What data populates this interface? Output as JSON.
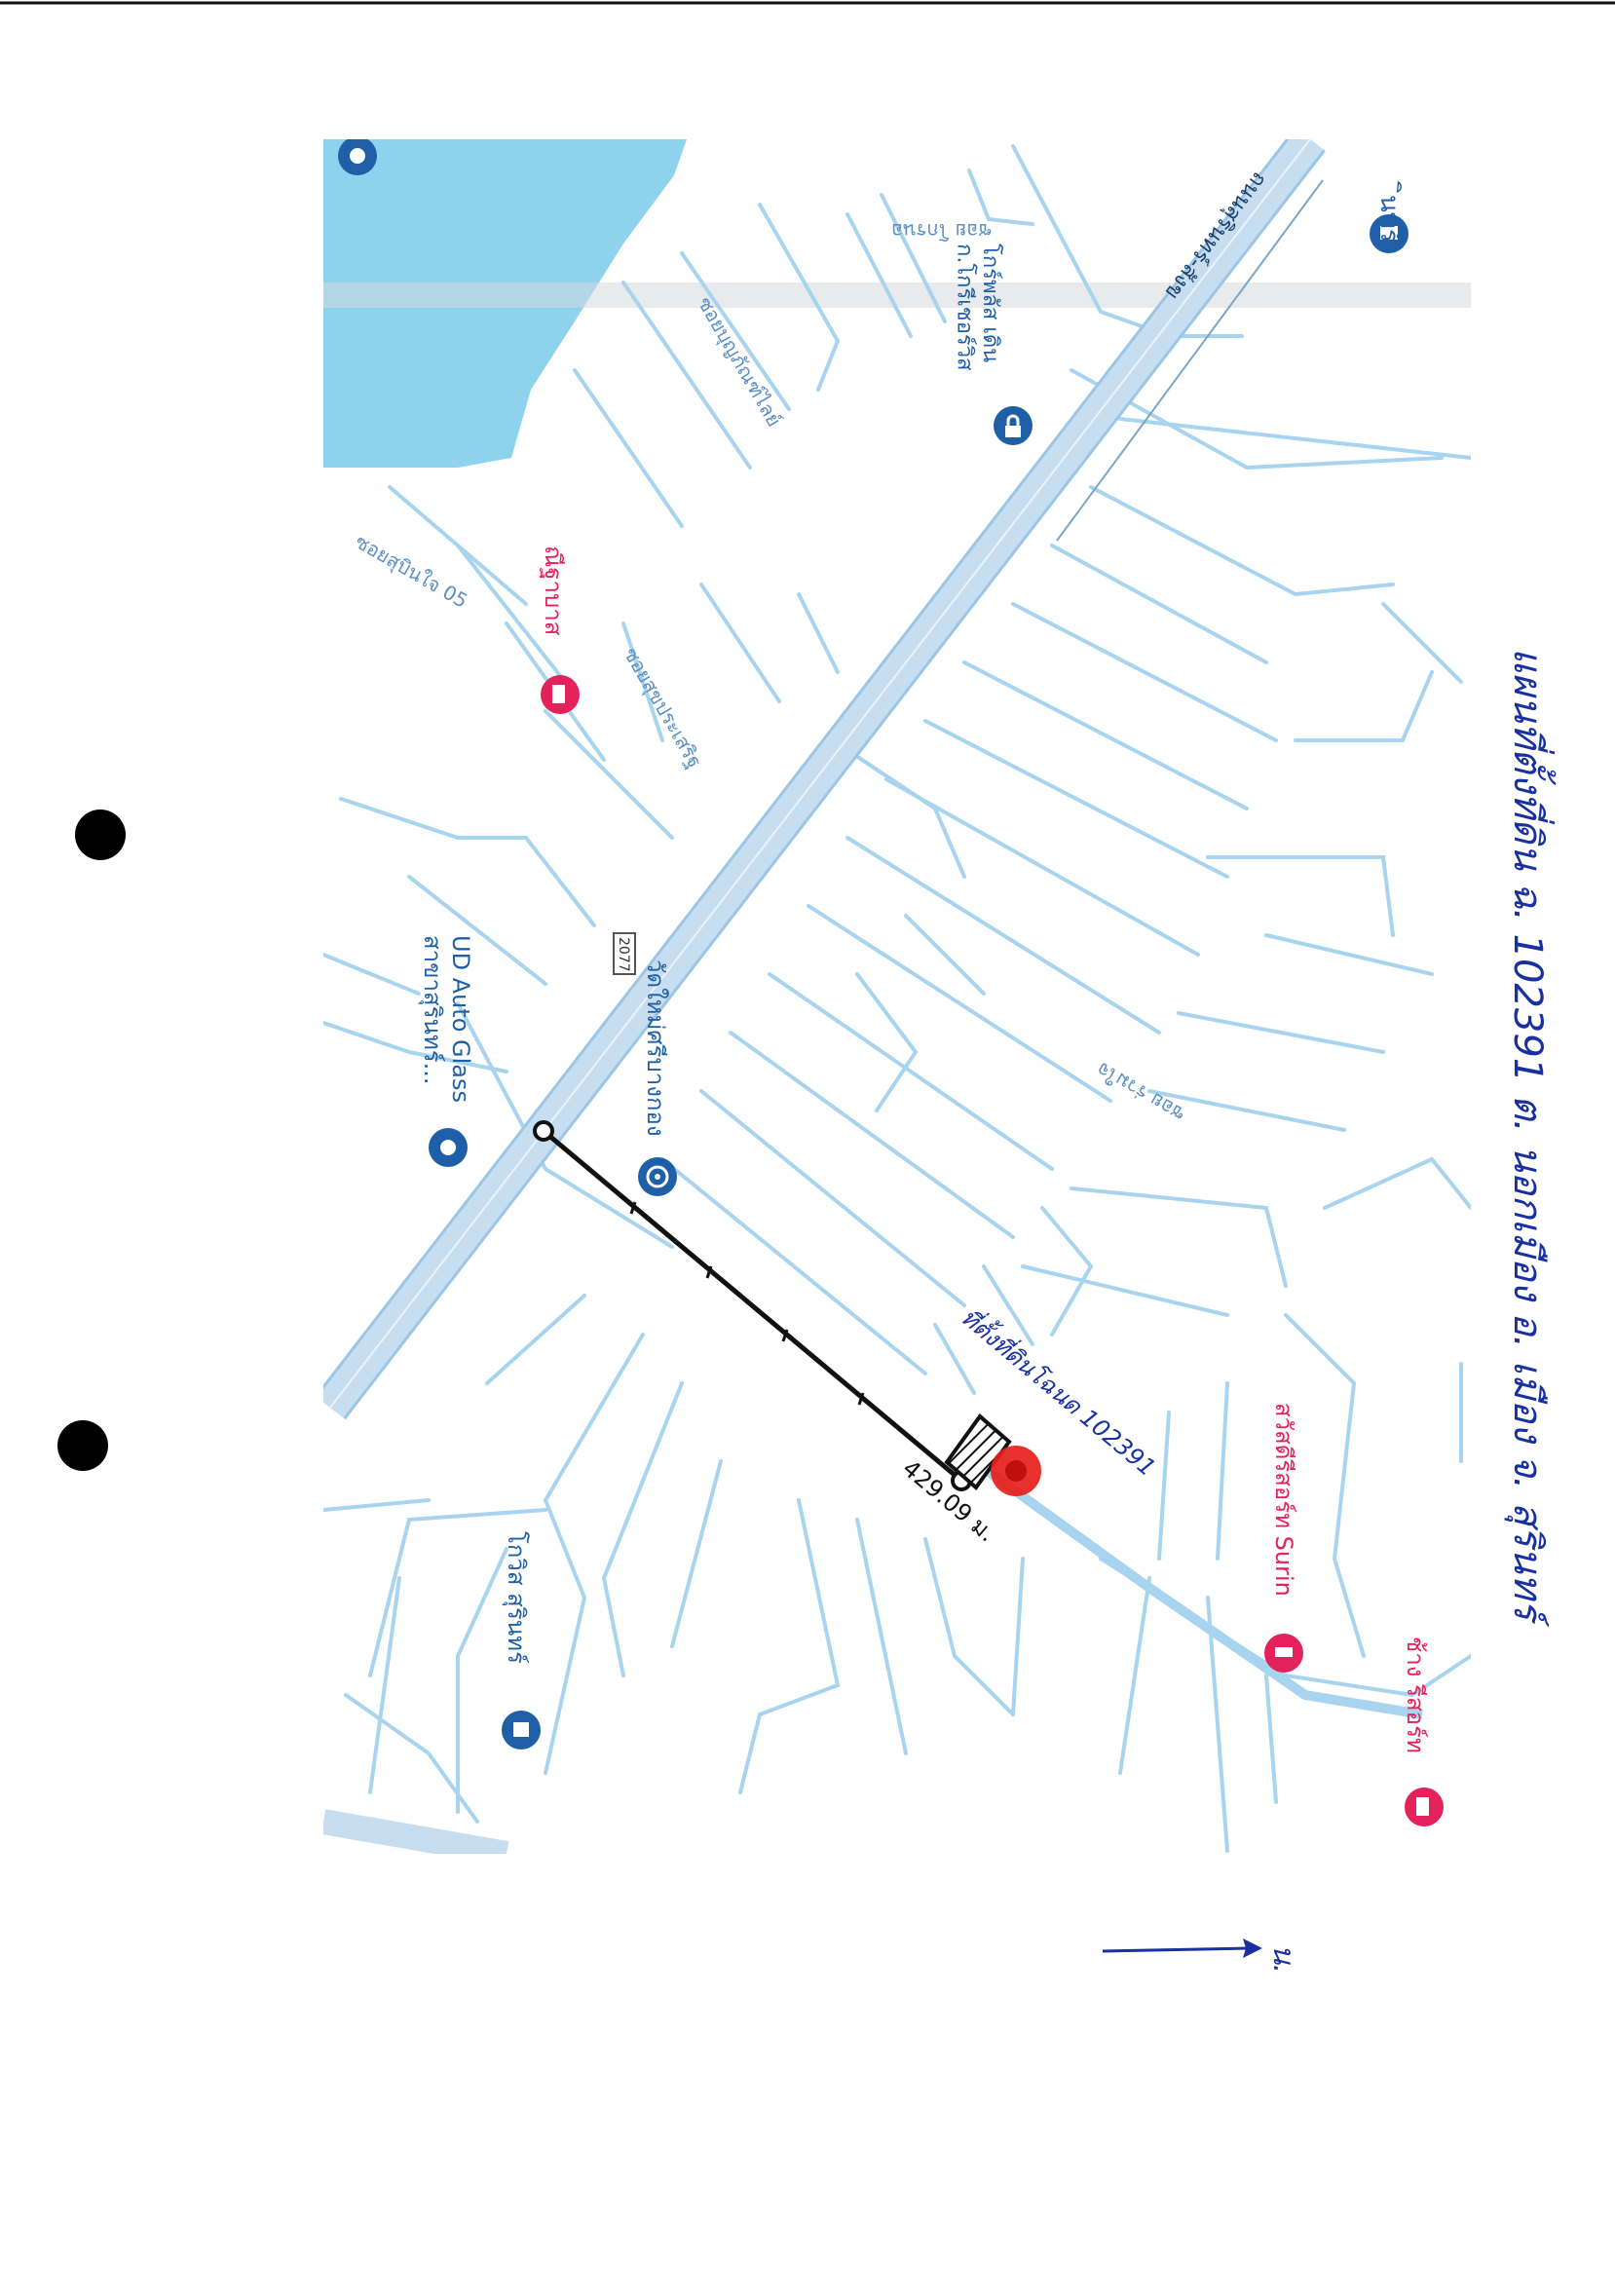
{
  "map": {
    "labels": {
      "poi_top_right": "ินทร์",
      "poi_lotus": "โกร์พลัส เดิน\nก.โกรีเชอร์วิส",
      "poi_soi_top": "ซอย โกรนอ",
      "road_main": "ถนนสุรินทร์-สังข",
      "soi_1": "ซอยบุญภัณฑ์ไลย์",
      "poi_bangkok_bank": "ณีฐาบาส",
      "soi_2": "ซอยสุบินใจ 05",
      "soi_3": "ซอยสุขประเสริฐ",
      "route_no": "2077",
      "poi_temple": "วัดใหม่ศรีบางกอง",
      "poi_ud": "UD Auto Glass\nสาขาสุรินทร์...",
      "soi_4": "ซอย ร่วมใจ",
      "poi_sawasdee": "สวัสดีรีสอร์ท Surin",
      "poi_bigc_local": "โกวิส สุรินทร์",
      "poi_bottom_right": "ช้าง รีสอร์ท",
      "distance": "429.09 ม."
    },
    "handwriting": {
      "right_margin": "แผนที่ตั้งที่ดิน   ฉ. 102391  ต. นอกเมือง  อ. เมือง  จ. สุรินทร์",
      "near_parcel": "ที่ตั้งที่ดินโฉนด 102391",
      "north_mark": "น."
    },
    "colors": {
      "water": "#8fd2ee",
      "road_line": "#a8d4ef",
      "main_road": "#c7def1",
      "pin_red": "#e6201a",
      "poi_blue": "#1f5fa8",
      "poi_red": "#e3215b",
      "ink_blue": "#1830a0"
    }
  }
}
